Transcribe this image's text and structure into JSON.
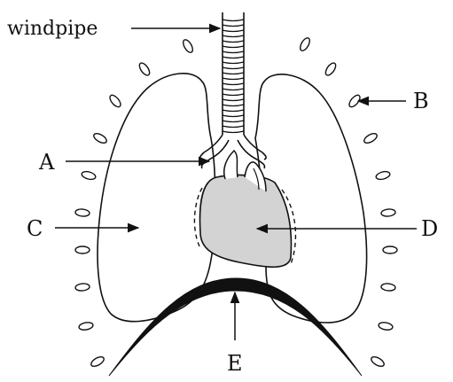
{
  "diagram": {
    "labels": {
      "windpipe": "windpipe",
      "a": "A",
      "b": "B",
      "c": "C",
      "d": "D",
      "e": "E"
    },
    "colors": {
      "stroke": "#111111",
      "heart_fill": "#d3d3d3",
      "diaphragm": "#111111",
      "background": "#ffffff"
    }
  }
}
